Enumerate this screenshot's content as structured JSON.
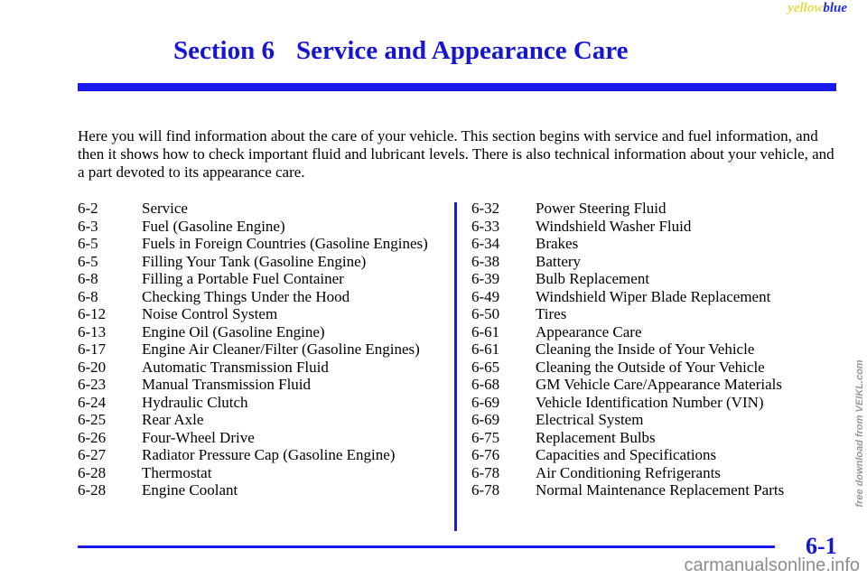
{
  "corner_tag": {
    "yellow": "yellow",
    "blue": "blue"
  },
  "section": {
    "number": "Section 6",
    "title": "Service and Appearance Care"
  },
  "intro": "Here you will find information about the care of your vehicle. This section begins with service and fuel information, and then it shows how to check important fluid and lubricant levels. There is also technical information about your vehicle, and a part devoted to its appearance care.",
  "toc_left": [
    {
      "page": "6-2",
      "title": "Service"
    },
    {
      "page": "6-3",
      "title": "Fuel (Gasoline Engine)"
    },
    {
      "page": "6-5",
      "title": "Fuels in Foreign Countries (Gasoline Engines)"
    },
    {
      "page": "6-5",
      "title": "Filling Your Tank (Gasoline Engine)"
    },
    {
      "page": "6-8",
      "title": "Filling a Portable Fuel Container"
    },
    {
      "page": "6-8",
      "title": "Checking Things Under the Hood"
    },
    {
      "page": "6-12",
      "title": "Noise Control System"
    },
    {
      "page": "6-13",
      "title": "Engine Oil (Gasoline Engine)"
    },
    {
      "page": "6-17",
      "title": "Engine Air Cleaner/Filter (Gasoline Engines)"
    },
    {
      "page": "6-20",
      "title": "Automatic Transmission Fluid"
    },
    {
      "page": "6-23",
      "title": "Manual Transmission Fluid"
    },
    {
      "page": "6-24",
      "title": "Hydraulic Clutch"
    },
    {
      "page": "6-25",
      "title": "Rear Axle"
    },
    {
      "page": "6-26",
      "title": "Four-Wheel Drive"
    },
    {
      "page": "6-27",
      "title": "Radiator Pressure Cap (Gasoline Engine)"
    },
    {
      "page": "6-28",
      "title": "Thermostat"
    },
    {
      "page": "6-28",
      "title": "Engine Coolant"
    }
  ],
  "toc_right": [
    {
      "page": "6-32",
      "title": "Power Steering Fluid"
    },
    {
      "page": "6-33",
      "title": "Windshield Washer Fluid"
    },
    {
      "page": "6-34",
      "title": "Brakes"
    },
    {
      "page": "6-38",
      "title": "Battery"
    },
    {
      "page": "6-39",
      "title": "Bulb Replacement"
    },
    {
      "page": "6-49",
      "title": "Windshield Wiper Blade Replacement"
    },
    {
      "page": "6-50",
      "title": "Tires"
    },
    {
      "page": "6-61",
      "title": "Appearance Care"
    },
    {
      "page": "6-61",
      "title": "Cleaning the Inside of Your Vehicle"
    },
    {
      "page": "6-65",
      "title": "Cleaning the Outside of Your Vehicle"
    },
    {
      "page": "6-68",
      "title": "GM Vehicle Care/Appearance Materials"
    },
    {
      "page": "6-69",
      "title": "Vehicle Identification Number (VIN)"
    },
    {
      "page": "6-69",
      "title": "Electrical System"
    },
    {
      "page": "6-75",
      "title": "Replacement Bulbs"
    },
    {
      "page": "6-76",
      "title": "Capacities and Specifications"
    },
    {
      "page": "6-78",
      "title": "Air Conditioning Refrigerants"
    },
    {
      "page": "6-78",
      "title": "Normal Maintenance Replacement Parts"
    }
  ],
  "page_number": "6-1",
  "watermark_side": "free download from VEIKL.com",
  "watermark_bottom": "carmanualsonline.info",
  "colors": {
    "accent_blue": "#1a1af0",
    "title_blue": "#1515d6",
    "tag_yellow": "#e8d84a"
  }
}
